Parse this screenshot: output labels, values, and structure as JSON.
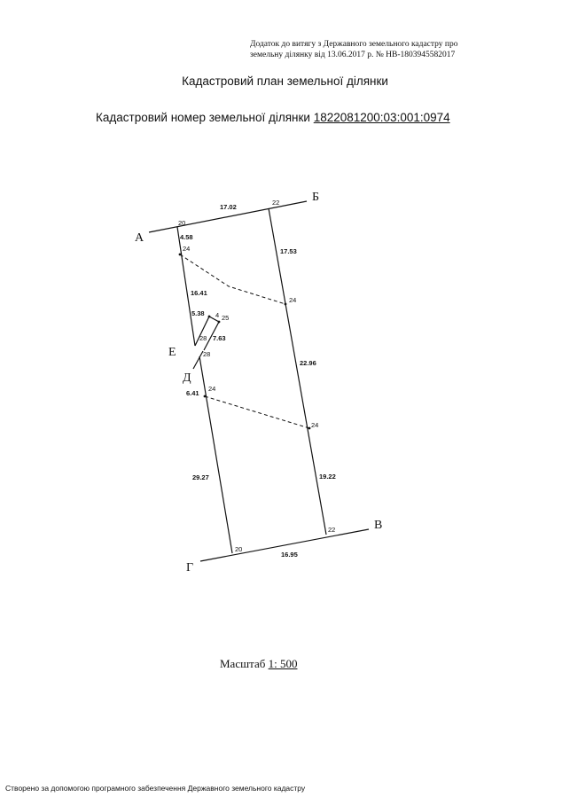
{
  "header": {
    "line1": "Додаток до витягу з Державного земельного кадастру про",
    "line2": "земельну ділянку від 13.06.2017 р. № НВ-1803945582017"
  },
  "title": "Кадастровий план земельної ділянки",
  "cadastral": {
    "label": "Кадастровий номер земельної ділянки",
    "number": "1822081200:03:001:0974"
  },
  "plan": {
    "corners": {
      "a": "А",
      "b": "Б",
      "v": "В",
      "g": "Г",
      "d": "Д",
      "e": "Е"
    },
    "lengths": {
      "top": "17.02",
      "left_top": "4.58",
      "left_mid": "16.41",
      "inner_1": "5.38",
      "inner_2": "7.63",
      "left_lower": "6.41",
      "left_bottom": "29.27",
      "right_top": "17.53",
      "right_mid": "22.96",
      "right_bottom": "19.22",
      "bottom": "16.95"
    },
    "points": {
      "p_a": "20",
      "p_b": "22",
      "p_left_24": "24",
      "p_right_24": "24",
      "p_4": "4",
      "p_25": "25",
      "p_28_e": "28",
      "p_28_d": "28",
      "p_left_24_b": "24",
      "p_right_24_b": "24",
      "p_g": "20",
      "p_v": "22"
    }
  },
  "scale": {
    "label": "Масштаб",
    "value": "1: 500"
  },
  "footer": "Створено за допомогою програмного забезпечення Державного земельного кадастру"
}
